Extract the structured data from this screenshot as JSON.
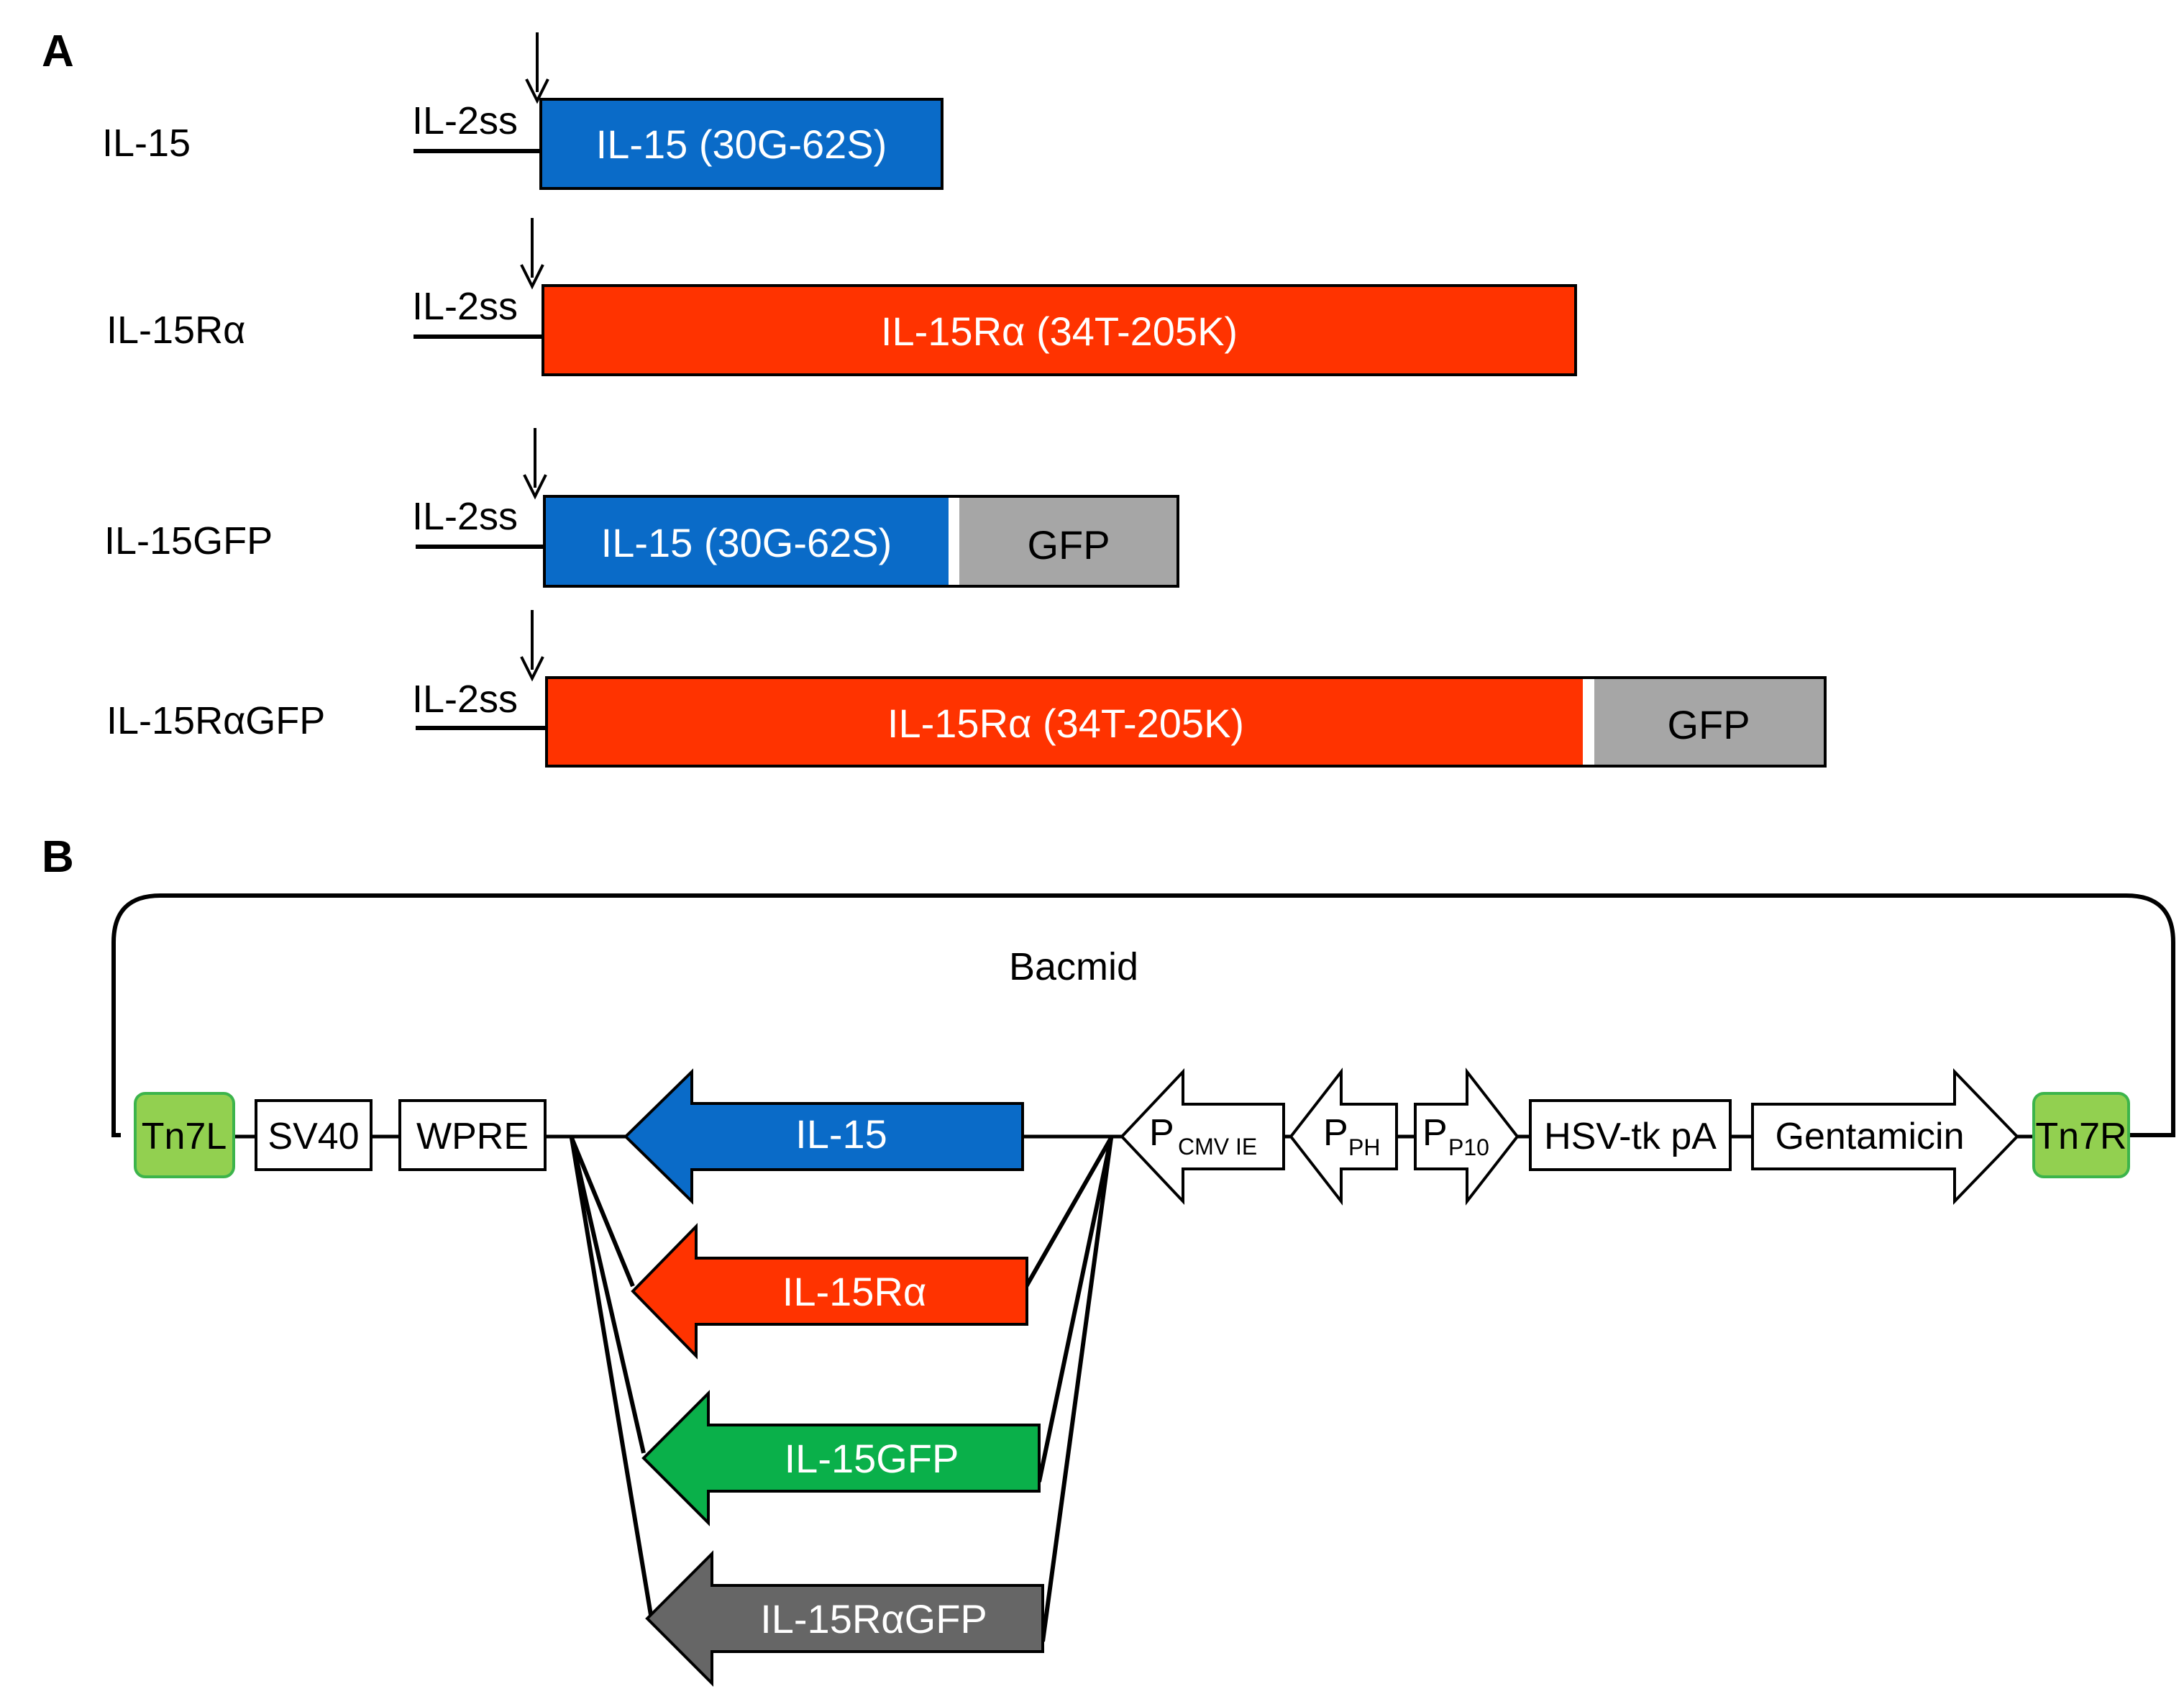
{
  "panels": {
    "a": "A",
    "b": "B"
  },
  "panel_a": {
    "signal_label": "IL-2ss",
    "constructs": [
      {
        "name": "IL-15",
        "segments": [
          {
            "label": "IL-15 (30G-62S)",
            "color": "#0a6bc8"
          }
        ]
      },
      {
        "name": "IL-15Rα",
        "segments": [
          {
            "label": "IL-15Rα (34T-205K)",
            "color": "#ff3300"
          }
        ]
      },
      {
        "name": "IL-15GFP",
        "segments": [
          {
            "label": "IL-15 (30G-62S)",
            "color": "#0a6bc8"
          },
          {
            "label": "GFP",
            "color": "#a6a6a6"
          }
        ]
      },
      {
        "name": "IL-15RαGFP",
        "segments": [
          {
            "label": "IL-15Rα (34T-205K)",
            "color": "#ff3300"
          },
          {
            "label": "GFP",
            "color": "#a6a6a6"
          }
        ]
      }
    ]
  },
  "panel_b": {
    "vector_label": "Bacmid",
    "tn7l": "Tn7L",
    "tn7r": "Tn7R",
    "sv40": "SV40",
    "wpre": "WPRE",
    "p_cmv_main": "P",
    "p_cmv_sub": "CMV IE",
    "p_ph_main": "P",
    "p_ph_sub": "PH",
    "p_p10_main": "P",
    "p_p10_sub": "P10",
    "hsv_tk_pa": "HSV-tk pA",
    "gentamicin": "Gentamicin",
    "inserts": [
      {
        "label": "IL-15",
        "color": "#0a6bc8"
      },
      {
        "label": "IL-15Rα",
        "color": "#ff3300"
      },
      {
        "label": "IL-15GFP",
        "color": "#0ab04a"
      },
      {
        "label": "IL-15RαGFP",
        "color": "#666666"
      }
    ],
    "colors": {
      "tn7": "#92d050",
      "tn7_border": "#3cb44b"
    }
  }
}
